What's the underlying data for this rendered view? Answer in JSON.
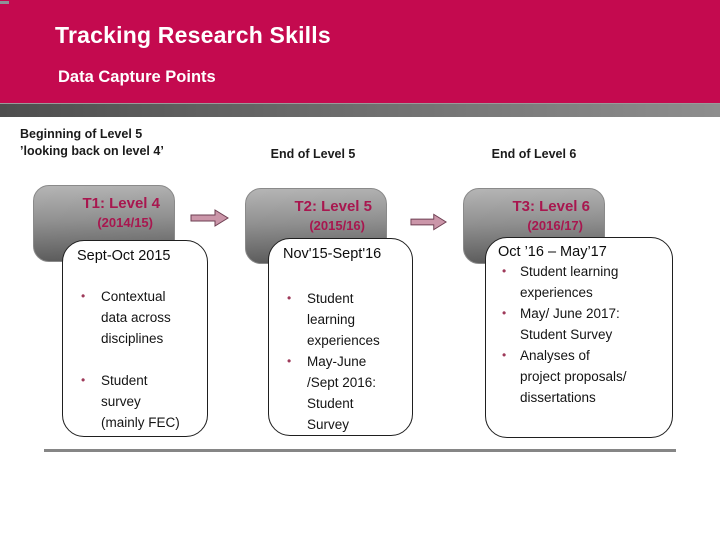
{
  "slide": {
    "title": "Tracking Research Skills",
    "subtitle": "Data Capture Points"
  },
  "glyphs": {
    "bullet": "•"
  },
  "colors": {
    "header_bg": "#C40A4F",
    "header_text": "#FFFFFF",
    "tbox_text_crimson": "#A8174F",
    "gray_bar": "#6E6E6E",
    "arrow_fill": "#CB96A9",
    "arrow_stroke": "#6E3F52",
    "bullet_marker": "#9E3A5A",
    "separator": "#868686"
  },
  "columns": [
    {
      "header_line1": "Beginning of Level 5",
      "header_line2": "’looking back on level 4’",
      "tbox": {
        "line1": "T1: Level 4",
        "line2": "(2014/15)"
      },
      "callout": {
        "heading": "Sept-Oct 2015",
        "bullets": [
          "Contextual data across disciplines",
          "Student survey (mainly FEC)"
        ]
      }
    },
    {
      "header_line1": "End of Level 5",
      "tbox": {
        "line1": "T2: Level 5",
        "line2": "(2015/16)"
      },
      "callout": {
        "heading": "Nov'15-Sept'16",
        "bullets": [
          "Student learning experiences",
          "May-June /Sept 2016: Student Survey"
        ]
      }
    },
    {
      "header_line1": "End of Level 6",
      "tbox": {
        "line1": "T3: Level 6",
        "line2": "(2016/17)"
      },
      "callout": {
        "heading": "Oct ’16 – May’17",
        "bullets": [
          "Student learning experiences",
          "May/ June 2017: Student Survey",
          "Analyses of project proposals/ dissertations"
        ]
      }
    }
  ]
}
